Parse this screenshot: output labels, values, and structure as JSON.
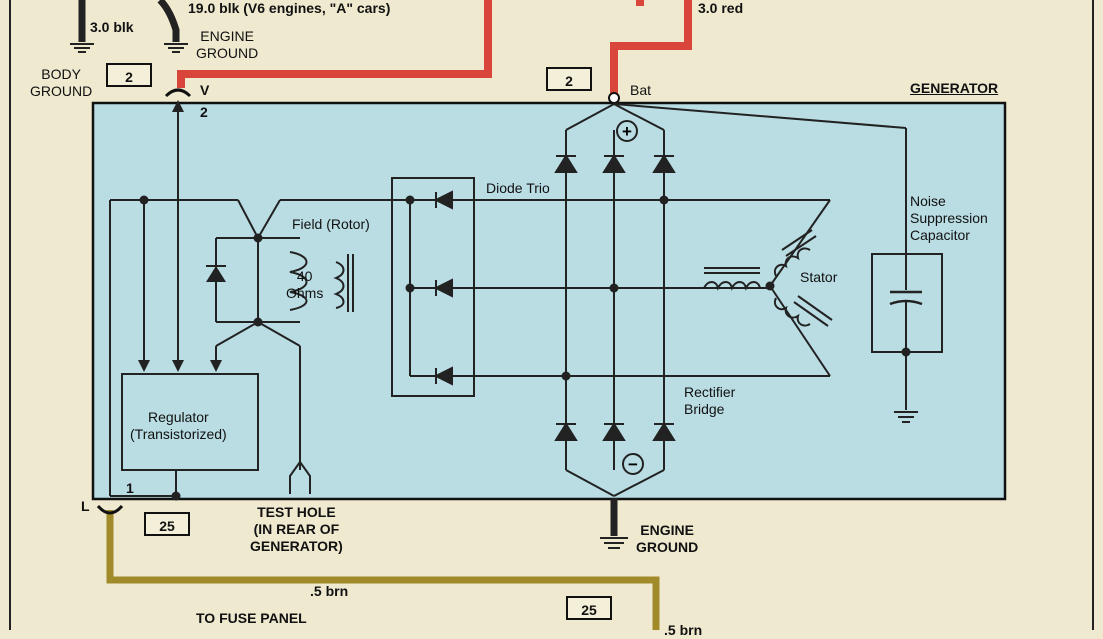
{
  "top_wires": {
    "ground_wire_label": "3.0 blk",
    "v6_wire_label": "19.0 blk (V6 engines, \"A\" cars)",
    "battery_wire_label": "3.0 red"
  },
  "grounds": {
    "body_ground": "BODY\nGROUND",
    "engine_ground_top": "ENGINE\nGROUND",
    "engine_ground_bottom": "ENGINE\nGROUND"
  },
  "connectors": {
    "v_terminal_box": "2",
    "bat_terminal_box": "2",
    "l_terminal_box": "25",
    "fuse_panel_box": "25"
  },
  "terminals": {
    "v": "V",
    "v_pin": "2",
    "bat": "Bat",
    "l": "L",
    "l_pin": "1"
  },
  "generator": {
    "title": "GENERATOR",
    "diode_trio": "Diode Trio",
    "field_rotor": "Field (Rotor)",
    "resistance": "40\nOhms",
    "regulator": "Regulator\n(Transistorized)",
    "stator": "Stator",
    "rectifier_bridge": "Rectifier\nBridge",
    "capacitor": "Noise\nSuppression\nCapacitor",
    "plus_sign": "+",
    "minus_sign": "−"
  },
  "test_hole": "TEST HOLE\n(IN REAR OF\nGENERATOR)",
  "bottom_wires": {
    "brown_wire_label": ".5 brn",
    "brown_wire_label_2": ".5 brn",
    "fuse_panel": "TO FUSE PANEL"
  },
  "colors": {
    "generator_fill": "#b9dde3",
    "red_wire": "#d9453a",
    "brown_wire": "#a08a2a",
    "page_background": "#efe9cf"
  }
}
